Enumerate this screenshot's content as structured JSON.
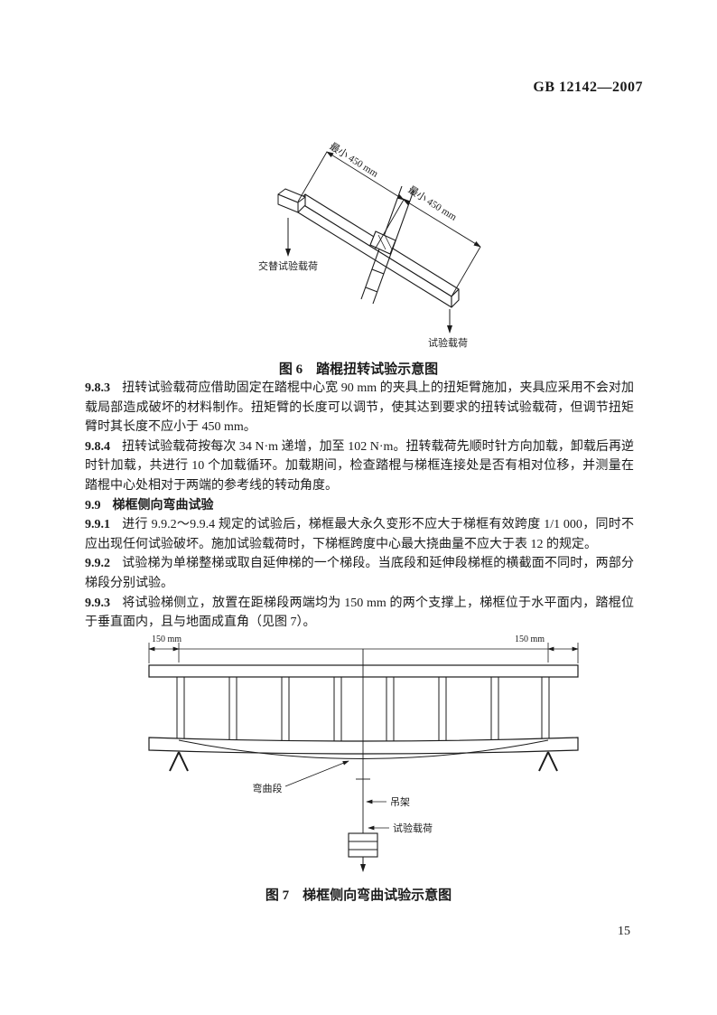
{
  "header": {
    "doc_number": "GB 12142—2007"
  },
  "figure6": {
    "caption": "图 6　踏棍扭转试验示意图",
    "labels": {
      "dim_left": "最小 450 mm",
      "dim_right": "最小 450 mm",
      "alternating_load": "交替试验载荷",
      "test_load": "试验载荷"
    }
  },
  "body": {
    "clauses": [
      {
        "num": "9.8.3",
        "text": "扭转试验载荷应借助固定在踏棍中心宽 90 mm 的夹具上的扭矩臂施加，夹具应采用不会对加载局部造成破坏的材料制作。扭矩臂的长度可以调节，使其达到要求的扭转试验载荷，但调节扭矩臂时其长度不应小于 450 mm。"
      },
      {
        "num": "9.8.4",
        "text": "扭转试验载荷按每次 34 N·m 递增，加至 102 N·m。扭转载荷先顺时针方向加载，卸载后再逆时针加载，共进行 10 个加载循环。加载期间，检查踏棍与梯框连接处是否有相对位移，并测量在踏棍中心处相对于两端的参考线的转动角度。"
      },
      {
        "num": "9.9",
        "text": "梯框侧向弯曲试验"
      },
      {
        "num": "9.9.1",
        "text": "进行 9.9.2～9.9.4 规定的试验后，梯框最大永久变形不应大于梯框有效跨度 1/1 000，同时不应出现任何试验破坏。施加试验载荷时，下梯框跨度中心最大挠曲量不应大于表 12 的规定。"
      },
      {
        "num": "9.9.2",
        "text": "试验梯为单梯整梯或取自延伸梯的一个梯段。当底段和延伸段梯框的横截面不同时，两部分梯段分别试验。"
      },
      {
        "num": "9.9.3",
        "text": "将试验梯侧立，放置在距梯段两端均为 150 mm 的两个支撑上，梯框位于水平面内，踏棍位于垂直面内，且与地面成直角（见图 7）。"
      }
    ]
  },
  "figure7": {
    "caption": "图 7　梯框侧向弯曲试验示意图",
    "labels": {
      "dim_left": "150 mm",
      "dim_right": "150 mm",
      "bend_section": "弯曲段",
      "hanger": "吊架",
      "test_load": "试验载荷"
    }
  },
  "footer": {
    "page_number": "15"
  }
}
